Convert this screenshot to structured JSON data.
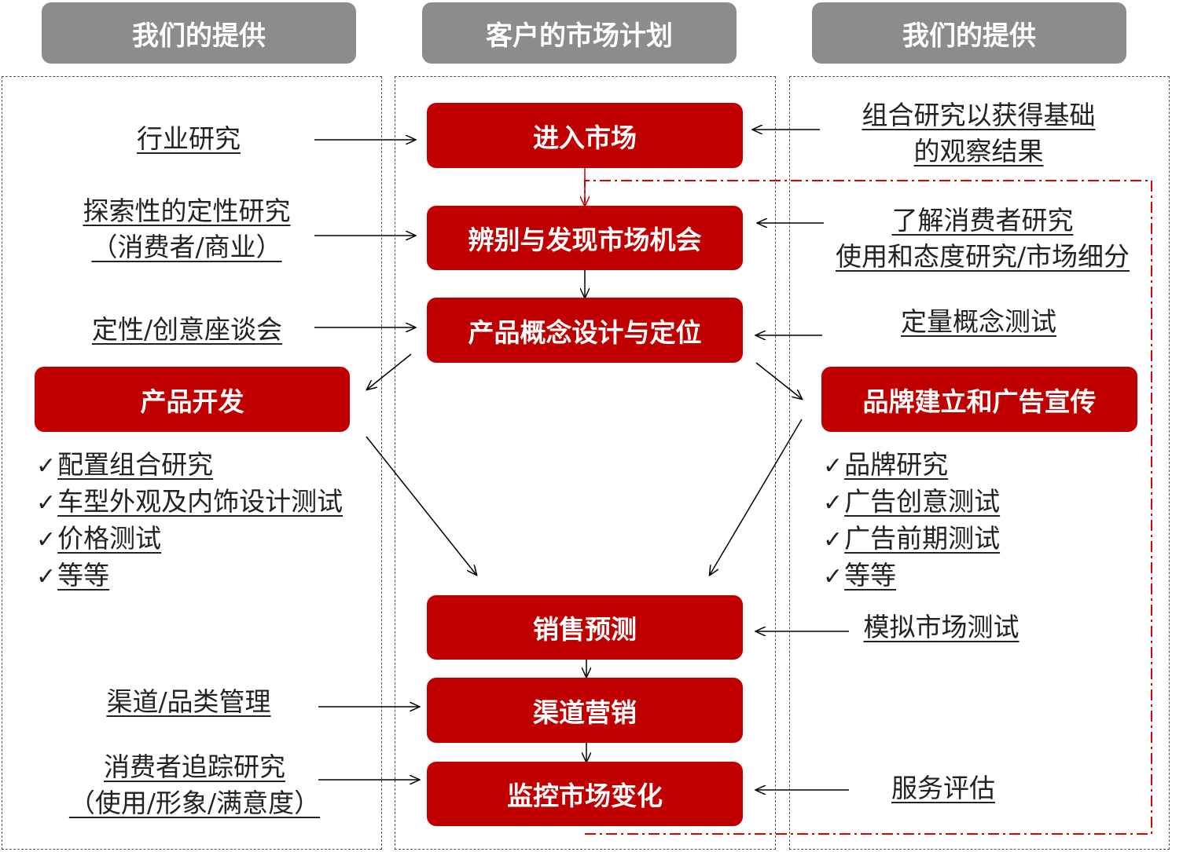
{
  "headers": {
    "left": "我们的提供",
    "center": "客户的市场计划",
    "right": "我们的提供"
  },
  "flow": {
    "enter_market": "进入市场",
    "identify_opportunity": "辨别与发现市场机会",
    "concept_design": "产品概念设计与定位",
    "product_dev": "产品开发",
    "brand_building": "品牌建立和广告宣传",
    "sales_forecast": "销售预测",
    "channel_marketing": "渠道营销",
    "monitor_market": "监控市场变化"
  },
  "left": {
    "industry_research": "行业研究",
    "exploratory_line1": "探索性的定性研究",
    "exploratory_line2": "（消费者/商业）",
    "qual_workshop": "定性/创意座谈会",
    "channel_category": "渠道/品类管理",
    "tracking_line1": "消费者追踪研究",
    "tracking_line2": "（使用/形象/满意度）",
    "product_items": [
      "配置组合研究",
      "车型外观及内饰设计测试",
      "价格测试",
      "等等"
    ]
  },
  "right": {
    "combo_line1": "组合研究以获得基础",
    "combo_line2": "的观察结果",
    "consumer_line1": "了解消费者研究",
    "consumer_line2": "使用和态度研究/市场细分",
    "quant_concept": "定量概念测试",
    "simulated_market": "模拟市场测试",
    "service_eval": "服务评估",
    "brand_items": [
      "品牌研究",
      "广告创意测试",
      "广告前期测试",
      "等等"
    ]
  },
  "check_mark": "✓",
  "colors": {
    "accent": "#c00000",
    "header": "#8c8c8c"
  }
}
